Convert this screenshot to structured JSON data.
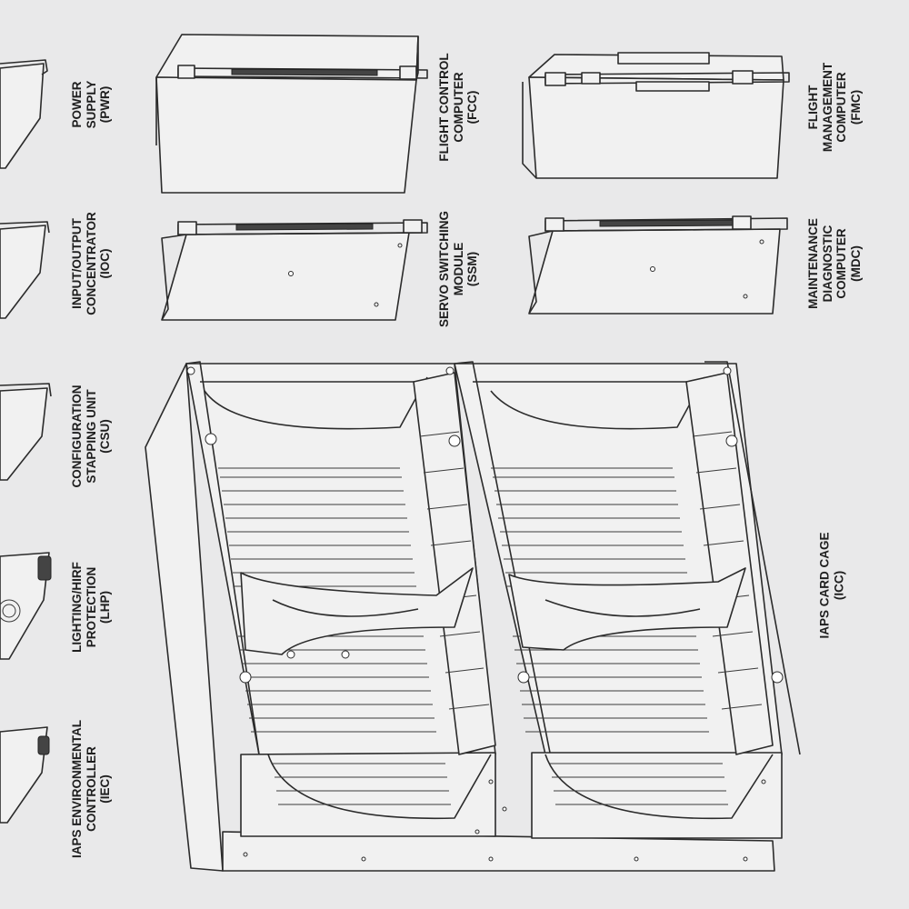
{
  "labels": {
    "pwr": {
      "line1": "POWER",
      "line2": "SUPPLY",
      "line3": "(PWR)"
    },
    "ioc": {
      "line1": "INPUT/OUTPUT",
      "line2": "CONCENTRATOR",
      "line3": "(IOC)"
    },
    "csu": {
      "line1": "CONFIGURATION",
      "line2": "STAPPING UNIT",
      "line3": "(CSU)"
    },
    "lhp": {
      "line1": "LIGHTING/HIRF",
      "line2": "PROTECTION",
      "line3": "(LHP)"
    },
    "iec": {
      "line1": "IAPS ENVIRONMENTAL",
      "line2": "CONTROLLER",
      "line3": "(IEC)"
    },
    "fcc": {
      "line1": "FLIGHT CONTROL",
      "line2": "COMPUTER",
      "line3": "(FCC)"
    },
    "ssm": {
      "line1": "SERVO SWITCHING",
      "line2": "MODULE",
      "line3": "(SSM)"
    },
    "fmc": {
      "line1": "FLIGHT",
      "line2": "MANAGEMENT",
      "line3": "COMPUTER",
      "line4": "(FMC)"
    },
    "mdc": {
      "line1": "MAINTENANCE",
      "line2": "DIAGNOSTIC",
      "line3": "COMPUTER",
      "line4": "(MDC)"
    },
    "icc": {
      "line1": "IAPS CARD CAGE",
      "line2": "(ICC)"
    }
  }
}
